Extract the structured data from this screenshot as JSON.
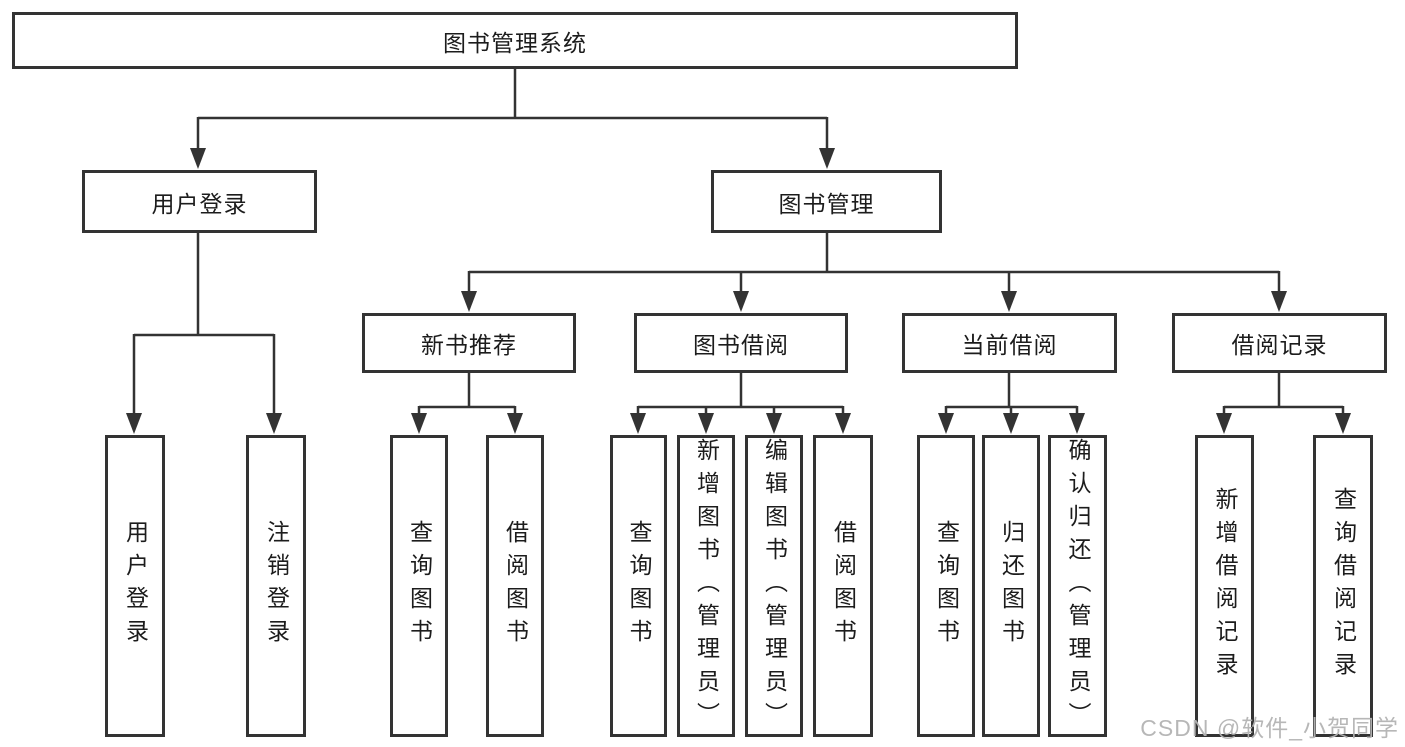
{
  "colors": {
    "line": "#333333",
    "box_border": "#333333",
    "box_fill": "#ffffff",
    "text": "#1c1c1c",
    "watermark": "#b4b4b4"
  },
  "watermark": "CSDN @软件_小贺同学",
  "tree": {
    "root": {
      "label": "图书管理系统"
    },
    "level2": [
      {
        "label": "用户登录",
        "children": [
          {
            "label": "用户登录"
          },
          {
            "label": "注销登录"
          }
        ]
      },
      {
        "label": "图书管理",
        "groups": [
          {
            "label": "新书推荐",
            "children": [
              {
                "label": "查询图书"
              },
              {
                "label": "借阅图书"
              }
            ]
          },
          {
            "label": "图书借阅",
            "children": [
              {
                "label": "查询图书"
              },
              {
                "label": "新增图书（管理员）"
              },
              {
                "label": "编辑图书（管理员）"
              },
              {
                "label": "借阅图书"
              }
            ]
          },
          {
            "label": "当前借阅",
            "children": [
              {
                "label": "查询图书"
              },
              {
                "label": "归还图书"
              },
              {
                "label": "确认归还（管理员）"
              }
            ]
          },
          {
            "label": "借阅记录",
            "children": [
              {
                "label": "新增借阅记录"
              },
              {
                "label": "查询借阅记录"
              }
            ]
          }
        ]
      }
    ]
  }
}
